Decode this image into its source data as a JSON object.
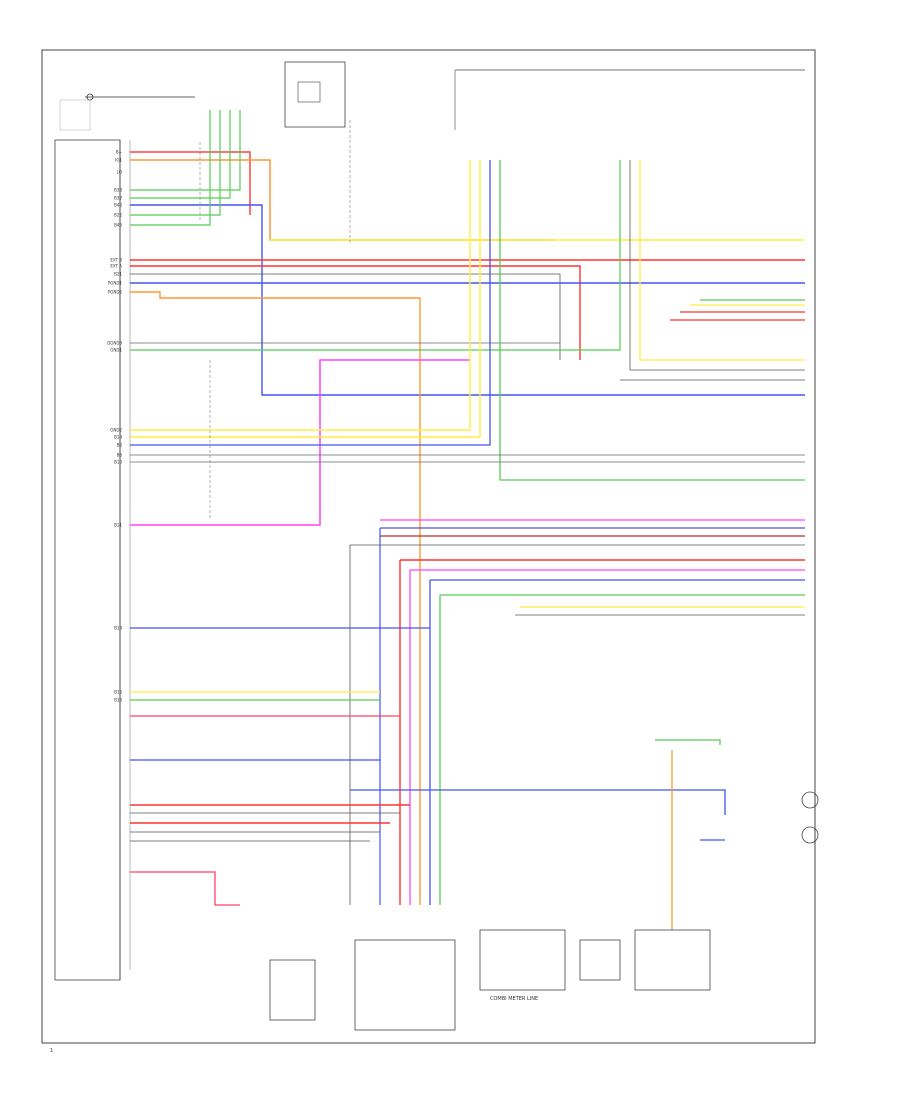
{
  "diagram": {
    "left_labels": [
      "B+",
      "IG1",
      "LO",
      "B33",
      "B37",
      "B45",
      "B22",
      "B46",
      "EXT B",
      "EXT A",
      "B21",
      "PGND1",
      "PGND2",
      "DGND3",
      "GND1",
      "GND2",
      "B13",
      "B5",
      "B6",
      "B10",
      "B11",
      "B14",
      "B15",
      "B16"
    ],
    "bottom_component_labels": [
      "COMBI METER LINE"
    ],
    "footer_code": "1"
  }
}
